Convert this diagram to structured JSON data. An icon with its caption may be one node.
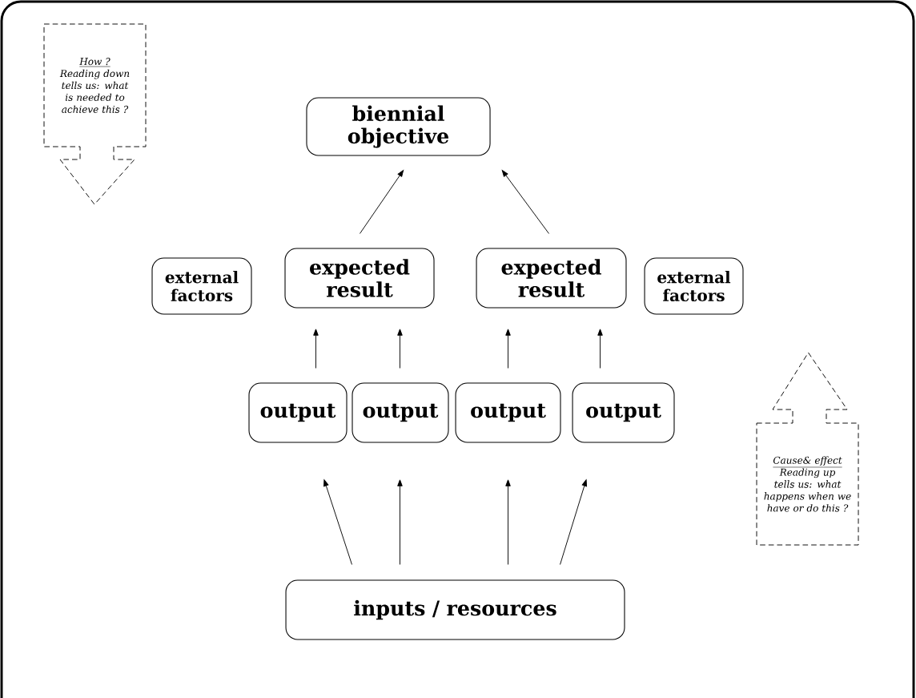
{
  "diagram": {
    "nodes": [
      {
        "text": [
          "biennial objective"
        ]
      },
      {
        "text": [
          "external factors"
        ]
      },
      {
        "text": [
          "expected result"
        ]
      },
      {
        "text": [
          "expected result"
        ]
      },
      {
        "text": [
          "external factors"
        ]
      },
      {
        "text": [
          "output"
        ]
      },
      {
        "text": [
          "output"
        ]
      },
      {
        "text": [
          "output"
        ]
      },
      {
        "text": [
          "output"
        ]
      },
      {
        "text": [
          "inputs / resources"
        ]
      },
      {
        "text": [
          "How ?",
          "Reading down tells us: what is needed to achieve this ?"
        ]
      },
      {
        "text": [
          "Cause& effect",
          "Reading up tells us: what happens when we have or do this ?"
        ]
      }
    ],
    "edges": [
      {
        "from": 9,
        "to": 5,
        "arrow": "to"
      },
      {
        "from": 9,
        "to": 6,
        "arrow": "to"
      },
      {
        "from": 9,
        "to": 7,
        "arrow": "to"
      },
      {
        "from": 9,
        "to": 8,
        "arrow": "to"
      },
      {
        "from": 5,
        "to": 2,
        "arrow": "to"
      },
      {
        "from": 6,
        "to": 2,
        "arrow": "to"
      },
      {
        "from": 7,
        "to": 3,
        "arrow": "to"
      },
      {
        "from": 8,
        "to": 3,
        "arrow": "to"
      },
      {
        "from": 2,
        "to": 0,
        "arrow": "to"
      },
      {
        "from": 3,
        "to": 0,
        "arrow": "to"
      }
    ]
  }
}
